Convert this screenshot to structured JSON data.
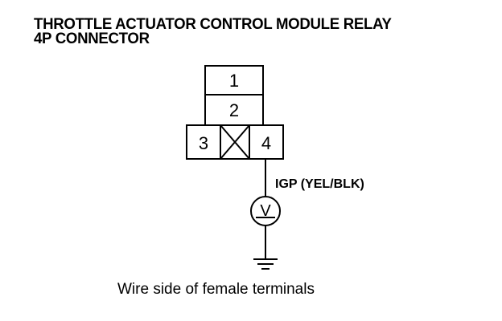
{
  "diagram": {
    "title_line1": "THROTTLE ACTUATOR CONTROL MODULE RELAY",
    "title_line2": "4P CONNECTOR",
    "terminals": [
      "1",
      "2",
      "3",
      "4"
    ],
    "wire_label": "IGP (YEL/BLK)",
    "meter_symbol": "V",
    "caption": "Wire side of female terminals"
  }
}
